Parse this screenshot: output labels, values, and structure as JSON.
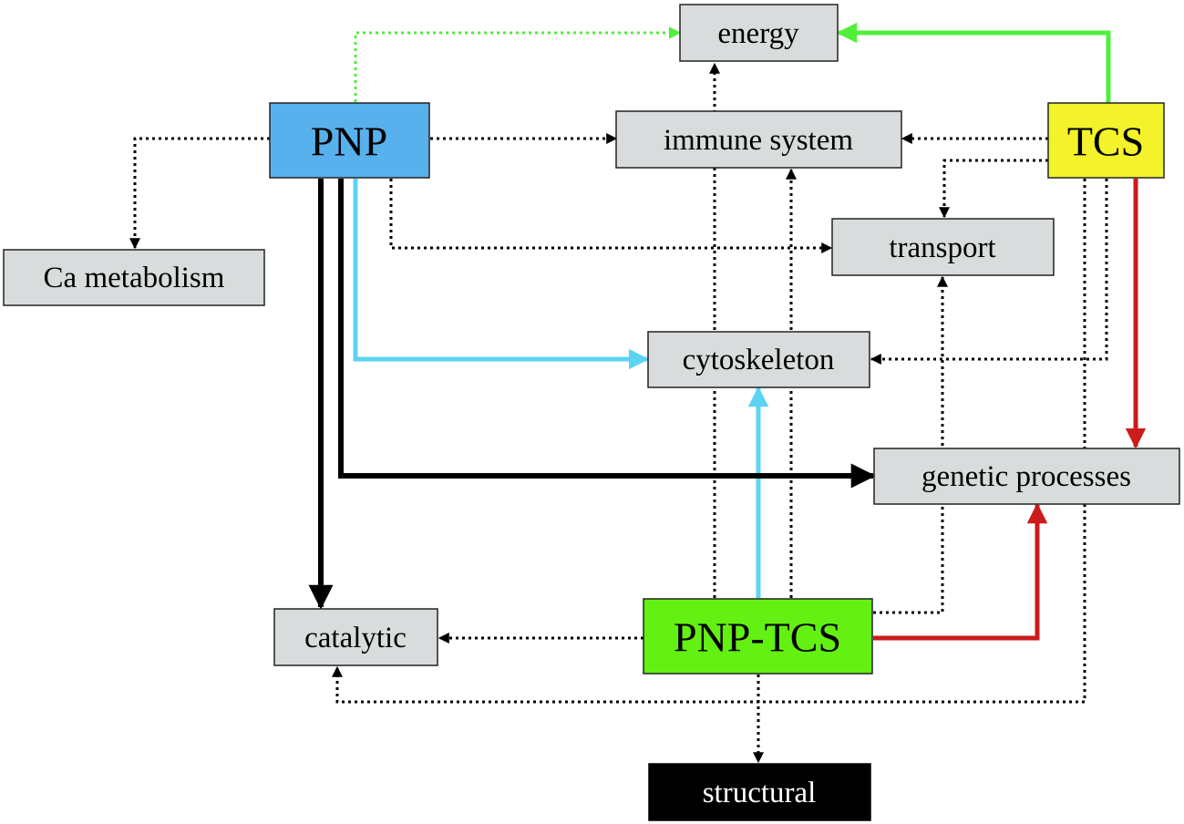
{
  "colors": {
    "node_fill": "#d9dcdc",
    "pnp_fill": "#58b0ec",
    "tcs_fill": "#f4f22a",
    "pnp_tcs_fill": "#63f012",
    "structural_fill": "#000000",
    "structural_text": "#ffffff",
    "green_arrow": "#4fef3a",
    "cyan_arrow": "#5cd3f3",
    "red_arrow": "#cc1b1b",
    "black_arrow": "#000000",
    "dotted_arrow": "#000000"
  },
  "nodes": {
    "energy": "energy",
    "pnp": "PNP",
    "immune_system": "immune system",
    "tcs": "TCS",
    "transport": "transport",
    "ca_metabolism": "Ca metabolism",
    "cytoskeleton": "cytoskeleton",
    "genetic_processes": "genetic processes",
    "catalytic": "catalytic",
    "pnp_tcs": "PNP-TCS",
    "structural": "structural"
  }
}
